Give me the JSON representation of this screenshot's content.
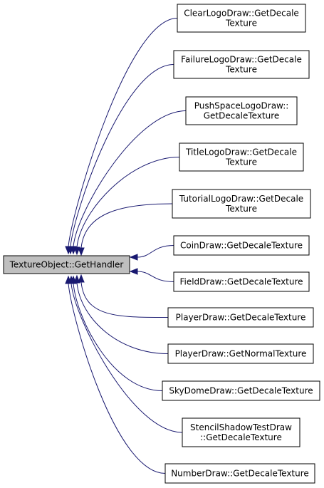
{
  "root": {
    "name": "root-node",
    "lines": [
      "TextureObject::GetHandler"
    ],
    "fill": "#bfbfbf"
  },
  "callers": [
    {
      "name": "caller-clear-logo-draw",
      "lines": [
        "ClearLogoDraw::GetDecale",
        "Texture"
      ]
    },
    {
      "name": "caller-failure-logo-draw",
      "lines": [
        "FailureLogoDraw::GetDecale",
        "Texture"
      ]
    },
    {
      "name": "caller-push-space-logo-draw",
      "lines": [
        "PushSpaceLogoDraw::",
        "GetDecaleTexture"
      ]
    },
    {
      "name": "caller-title-logo-draw",
      "lines": [
        "TitleLogoDraw::GetDecale",
        "Texture"
      ]
    },
    {
      "name": "caller-tutorial-logo-draw",
      "lines": [
        "TutorialLogoDraw::GetDecale",
        "Texture"
      ]
    },
    {
      "name": "caller-coin-draw",
      "lines": [
        "CoinDraw::GetDecaleTexture"
      ]
    },
    {
      "name": "caller-field-draw",
      "lines": [
        "FieldDraw::GetDecaleTexture"
      ]
    },
    {
      "name": "caller-player-draw-decale",
      "lines": [
        "PlayerDraw::GetDecaleTexture"
      ]
    },
    {
      "name": "caller-player-draw-normal",
      "lines": [
        "PlayerDraw::GetNormalTexture"
      ]
    },
    {
      "name": "caller-sky-dome-draw",
      "lines": [
        "SkyDomeDraw::GetDecaleTexture"
      ]
    },
    {
      "name": "caller-stencil-shadow-test-draw",
      "lines": [
        "StencilShadowTestDraw",
        "::GetDecaleTexture"
      ]
    },
    {
      "name": "caller-number-draw",
      "lines": [
        "NumberDraw::GetDecaleTexture"
      ]
    }
  ],
  "colors": {
    "edge": "#191970",
    "node_fill": "#ffffff",
    "node_stroke": "#000000"
  }
}
